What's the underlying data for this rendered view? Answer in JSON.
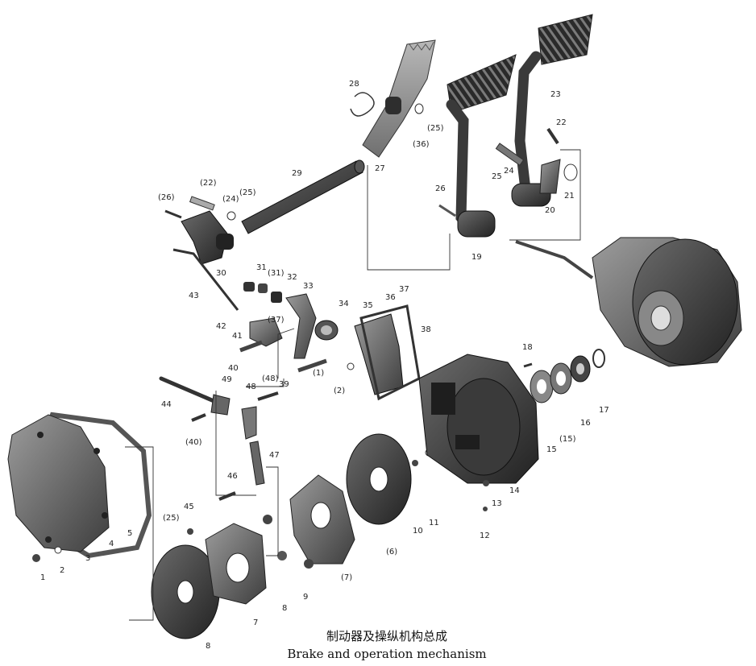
{
  "caption": {
    "chinese": "制动器及操纵机构总成",
    "english": "Brake and operation mechanism"
  },
  "callouts": [
    "1",
    "2",
    "3",
    "4",
    "5",
    "(6)",
    "7",
    "(7)",
    "8",
    "8",
    "9",
    "10",
    "11",
    "12",
    "13",
    "14",
    "15",
    "(15)",
    "16",
    "17",
    "18",
    "19",
    "20",
    "21",
    "22",
    "23",
    "24",
    "25",
    "26",
    "27",
    "28",
    "29",
    "30",
    "31",
    "(31)",
    "32",
    "33",
    "34",
    "35",
    "36",
    "37",
    "38",
    "(1)",
    "(2)",
    "39",
    "40",
    "(40)",
    "41",
    "42",
    "43",
    "44",
    "45",
    "46",
    "47",
    "48",
    "(48)",
    "49",
    "(22)",
    "(24)",
    "(25)",
    "(26)",
    "(25)",
    "(25)",
    "(36)",
    "(37)"
  ],
  "colors": {
    "part_dark": "#2e2e2e",
    "part_mid": "#6a6a6a",
    "part_light": "#9a9a9a",
    "line": "#333333"
  }
}
